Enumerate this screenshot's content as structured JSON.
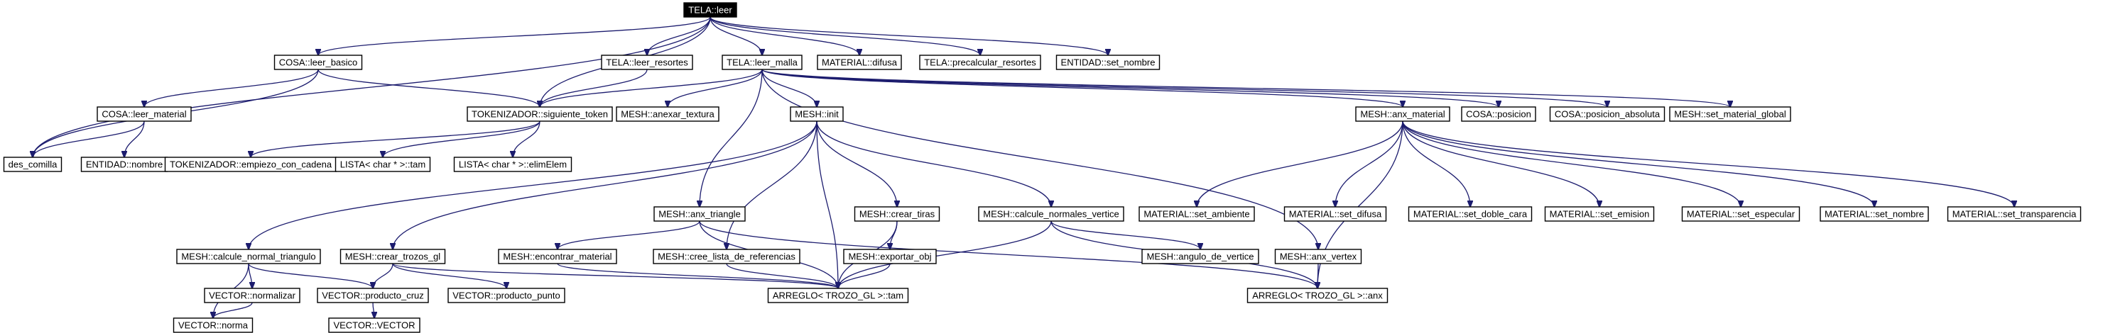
{
  "diagram": {
    "nodes": [
      {
        "id": "tela_leer",
        "label": "TELA::leer",
        "root": true
      },
      {
        "id": "cosa_leer_basico",
        "label": "COSA::leer_basico"
      },
      {
        "id": "tela_leer_resortes",
        "label": "TELA::leer_resortes"
      },
      {
        "id": "tela_leer_malla",
        "label": "TELA::leer_malla"
      },
      {
        "id": "material_difusa",
        "label": "MATERIAL::difusa"
      },
      {
        "id": "tela_precalcular_resortes",
        "label": "TELA::precalcular_resortes"
      },
      {
        "id": "entidad_set_nombre",
        "label": "ENTIDAD::set_nombre"
      },
      {
        "id": "cosa_leer_material",
        "label": "COSA::leer_material"
      },
      {
        "id": "tokenizador_siguiente_token",
        "label": "TOKENIZADOR::siguiente_token"
      },
      {
        "id": "mesh_anexar_textura",
        "label": "MESH::anexar_textura"
      },
      {
        "id": "mesh_init",
        "label": "MESH::init"
      },
      {
        "id": "mesh_anx_material",
        "label": "MESH::anx_material"
      },
      {
        "id": "cosa_posicion",
        "label": "COSA::posicion"
      },
      {
        "id": "cosa_posicion_absoluta",
        "label": "COSA::posicion_absoluta"
      },
      {
        "id": "mesh_set_material_global",
        "label": "MESH::set_material_global"
      },
      {
        "id": "des_comilla",
        "label": "des_comilla"
      },
      {
        "id": "entidad_nombre",
        "label": "ENTIDAD::nombre"
      },
      {
        "id": "tokenizador_empiezo_con_cadena",
        "label": "TOKENIZADOR::empiezo_con_cadena"
      },
      {
        "id": "lista_tam",
        "label": "LISTA< char * >::tam"
      },
      {
        "id": "lista_elimelem",
        "label": "LISTA< char * >::elimElem"
      },
      {
        "id": "mesh_anx_triangle",
        "label": "MESH::anx_triangle"
      },
      {
        "id": "mesh_crear_tiras",
        "label": "MESH::crear_tiras"
      },
      {
        "id": "mesh_calcule_normales_vertice",
        "label": "MESH::calcule_normales_vertice"
      },
      {
        "id": "material_set_ambiente",
        "label": "MATERIAL::set_ambiente"
      },
      {
        "id": "material_set_difusa",
        "label": "MATERIAL::set_difusa"
      },
      {
        "id": "material_set_doble_cara",
        "label": "MATERIAL::set_doble_cara"
      },
      {
        "id": "material_set_emision",
        "label": "MATERIAL::set_emision"
      },
      {
        "id": "material_set_especular",
        "label": "MATERIAL::set_especular"
      },
      {
        "id": "material_set_nombre",
        "label": "MATERIAL::set_nombre"
      },
      {
        "id": "material_set_transparencia",
        "label": "MATERIAL::set_transparencia"
      },
      {
        "id": "mesh_calcule_normal_triangulo",
        "label": "MESH::calcule_normal_triangulo"
      },
      {
        "id": "mesh_crear_trozos_gl",
        "label": "MESH::crear_trozos_gl"
      },
      {
        "id": "mesh_encontrar_material",
        "label": "MESH::encontrar_material"
      },
      {
        "id": "mesh_cree_lista_de_referencias",
        "label": "MESH::cree_lista_de_referencias"
      },
      {
        "id": "mesh_exportar_obj",
        "label": "MESH::exportar_obj"
      },
      {
        "id": "mesh_angulo_de_vertice",
        "label": "MESH::angulo_de_vertice"
      },
      {
        "id": "mesh_anx_vertex",
        "label": "MESH::anx_vertex"
      },
      {
        "id": "vector_normalizar",
        "label": "VECTOR::normalizar"
      },
      {
        "id": "vector_producto_cruz",
        "label": "VECTOR::producto_cruz"
      },
      {
        "id": "vector_producto_punto",
        "label": "VECTOR::producto_punto"
      },
      {
        "id": "arreglo_tam",
        "label": "ARREGLO< TROZO_GL >::tam"
      },
      {
        "id": "arreglo_anx",
        "label": "ARREGLO< TROZO_GL >::anx"
      },
      {
        "id": "vector_norma",
        "label": "VECTOR::norma"
      },
      {
        "id": "vector_vector",
        "label": "VECTOR::VECTOR"
      }
    ],
    "edges": [
      [
        "tela_leer",
        "cosa_leer_basico"
      ],
      [
        "tela_leer",
        "tela_leer_resortes"
      ],
      [
        "tela_leer",
        "tela_leer_malla"
      ],
      [
        "tela_leer",
        "material_difusa"
      ],
      [
        "tela_leer",
        "tela_precalcular_resortes"
      ],
      [
        "tela_leer",
        "entidad_set_nombre"
      ],
      [
        "tela_leer",
        "des_comilla"
      ],
      [
        "tela_leer",
        "tokenizador_siguiente_token"
      ],
      [
        "cosa_leer_basico",
        "cosa_leer_material"
      ],
      [
        "cosa_leer_basico",
        "tokenizador_siguiente_token"
      ],
      [
        "cosa_leer_basico",
        "des_comilla"
      ],
      [
        "tela_leer_resortes",
        "tokenizador_siguiente_token"
      ],
      [
        "tela_leer_malla",
        "tokenizador_siguiente_token"
      ],
      [
        "tela_leer_malla",
        "mesh_anexar_textura"
      ],
      [
        "tela_leer_malla",
        "mesh_init"
      ],
      [
        "tela_leer_malla",
        "mesh_anx_material"
      ],
      [
        "tela_leer_malla",
        "cosa_posicion"
      ],
      [
        "tela_leer_malla",
        "cosa_posicion_absoluta"
      ],
      [
        "tela_leer_malla",
        "mesh_set_material_global"
      ],
      [
        "tela_leer_malla",
        "mesh_anx_triangle"
      ],
      [
        "tela_leer_malla",
        "mesh_anx_vertex"
      ],
      [
        "cosa_leer_material",
        "des_comilla"
      ],
      [
        "cosa_leer_material",
        "entidad_nombre"
      ],
      [
        "tokenizador_siguiente_token",
        "tokenizador_empiezo_con_cadena"
      ],
      [
        "tokenizador_siguiente_token",
        "lista_tam"
      ],
      [
        "tokenizador_siguiente_token",
        "lista_elimelem"
      ],
      [
        "mesh_init",
        "mesh_crear_tiras"
      ],
      [
        "mesh_init",
        "mesh_calcule_normales_vertice"
      ],
      [
        "mesh_init",
        "mesh_calcule_normal_triangulo"
      ],
      [
        "mesh_init",
        "mesh_cree_lista_de_referencias"
      ],
      [
        "mesh_init",
        "arreglo_tam"
      ],
      [
        "mesh_init",
        "mesh_crear_trozos_gl"
      ],
      [
        "mesh_anx_material",
        "material_set_ambiente"
      ],
      [
        "mesh_anx_material",
        "material_set_difusa"
      ],
      [
        "mesh_anx_material",
        "material_set_doble_cara"
      ],
      [
        "mesh_anx_material",
        "material_set_emision"
      ],
      [
        "mesh_anx_material",
        "material_set_especular"
      ],
      [
        "mesh_anx_material",
        "material_set_nombre"
      ],
      [
        "mesh_anx_material",
        "material_set_transparencia"
      ],
      [
        "mesh_anx_material",
        "arreglo_anx"
      ],
      [
        "mesh_anx_triangle",
        "mesh_encontrar_material"
      ],
      [
        "mesh_anx_triangle",
        "arreglo_tam"
      ],
      [
        "mesh_anx_triangle",
        "arreglo_anx"
      ],
      [
        "mesh_crear_tiras",
        "mesh_exportar_obj"
      ],
      [
        "mesh_crear_tiras",
        "arreglo_tam"
      ],
      [
        "mesh_calcule_normales_vertice",
        "mesh_angulo_de_vertice"
      ],
      [
        "mesh_calcule_normales_vertice",
        "arreglo_tam"
      ],
      [
        "mesh_calcule_normales_vertice",
        "arreglo_anx"
      ],
      [
        "mesh_calcule_normal_triangulo",
        "vector_normalizar"
      ],
      [
        "mesh_calcule_normal_triangulo",
        "vector_producto_cruz"
      ],
      [
        "mesh_calcule_normal_triangulo",
        "vector_norma"
      ],
      [
        "mesh_crear_trozos_gl",
        "vector_producto_cruz"
      ],
      [
        "mesh_crear_trozos_gl",
        "vector_producto_punto"
      ],
      [
        "mesh_crear_trozos_gl",
        "arreglo_tam"
      ],
      [
        "mesh_encontrar_material",
        "arreglo_tam"
      ],
      [
        "mesh_cree_lista_de_referencias",
        "arreglo_tam"
      ],
      [
        "mesh_exportar_obj",
        "arreglo_tam"
      ],
      [
        "mesh_anx_vertex",
        "arreglo_anx"
      ],
      [
        "vector_normalizar",
        "vector_norma"
      ],
      [
        "vector_producto_cruz",
        "vector_vector"
      ]
    ]
  },
  "colors": {
    "edge": "#1c1c6e",
    "node_border": "#000000",
    "root_fill": "#000000",
    "root_text": "#ffffff"
  }
}
